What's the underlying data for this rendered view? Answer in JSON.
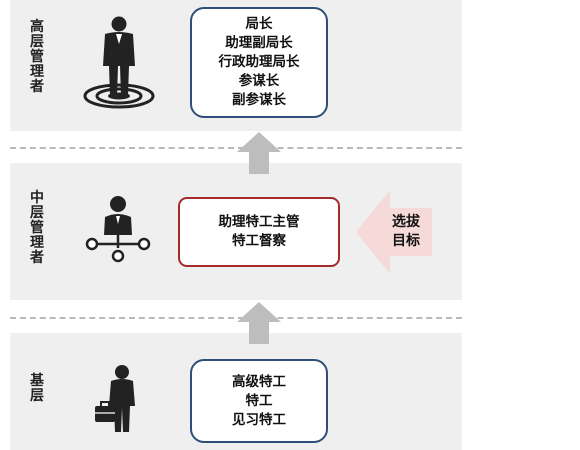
{
  "levels": {
    "top": {
      "label": "高层管理者",
      "roles": [
        "局长",
        "助理副局长",
        "行政助理局长",
        "参谋长",
        "副参谋长"
      ]
    },
    "middle": {
      "label": "中层管理者",
      "roles": [
        "助理特工主管",
        "特工督察"
      ]
    },
    "bottom": {
      "label": "基层",
      "roles": [
        "高级特工",
        "特工",
        "见习特工"
      ]
    }
  },
  "promotion": {
    "label_line1": "选拔",
    "label_line2": "目标"
  },
  "colors": {
    "band": "#efefef",
    "box_border_blue": "#2f4f7a",
    "box_border_red": "#a52a2a",
    "arrow_gray": "#bdbdbd",
    "promotion_arrow": "#f6dada"
  },
  "icons": {
    "top": "executive-figure-on-target-icon",
    "middle": "manager-network-icon",
    "bottom": "worker-with-briefcase-icon"
  }
}
